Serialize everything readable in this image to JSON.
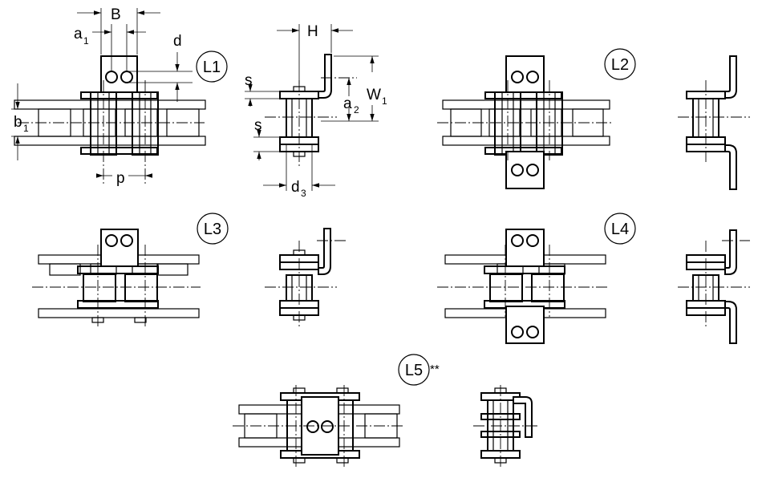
{
  "labels": {
    "B": "B",
    "a": "a",
    "a_sub": "1",
    "d": "d",
    "b": "b",
    "b_sub": "1",
    "p": "p",
    "H": "H",
    "W": "W",
    "W_sub": "1",
    "a2": "a",
    "a2_sub": "2",
    "s_top": "s",
    "s_bot": "s",
    "d3": "d",
    "d3_sub": "3",
    "stars": "**"
  },
  "variants": [
    "L1",
    "L2",
    "L3",
    "L4",
    "L5"
  ]
}
